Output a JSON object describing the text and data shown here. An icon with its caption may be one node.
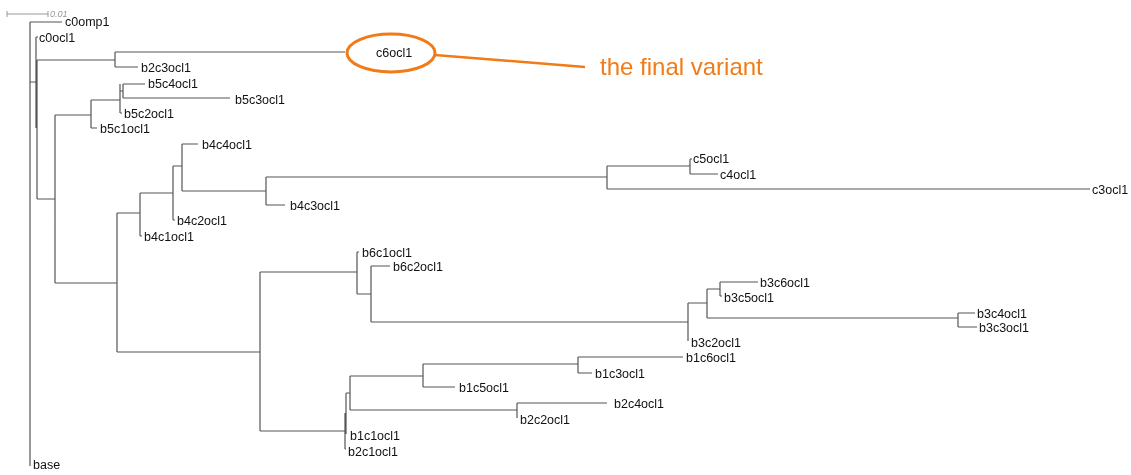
{
  "diagram": {
    "nodes": [
      {
        "text": [
          "c6ocl1"
        ]
      },
      {
        "text": [
          "the final variant"
        ]
      }
    ],
    "edges": [
      {
        "from": 1,
        "to": 0,
        "arrow": "none"
      }
    ],
    "labels": [
      "0.01",
      "c0omp1",
      "c0ocl1",
      "b2c3ocl1",
      "b5c4ocl1",
      "b5c3ocl1",
      "b5c2ocl1",
      "b5c1ocl1",
      "b4c4ocl1",
      "c5ocl1",
      "c4ocl1",
      "c3ocl1",
      "b4c3ocl1",
      "b4c2ocl1",
      "b4c1ocl1",
      "b6c1ocl1",
      "b6c2ocl1",
      "b3c6ocl1",
      "b3c5ocl1",
      "b3c4ocl1",
      "b3c3ocl1",
      "b3c2ocl1",
      "b1c6ocl1",
      "b1c3ocl1",
      "b1c5ocl1",
      "b2c4ocl1",
      "b2c2ocl1",
      "b1c1ocl1",
      "b2c1ocl1",
      "base"
    ]
  }
}
